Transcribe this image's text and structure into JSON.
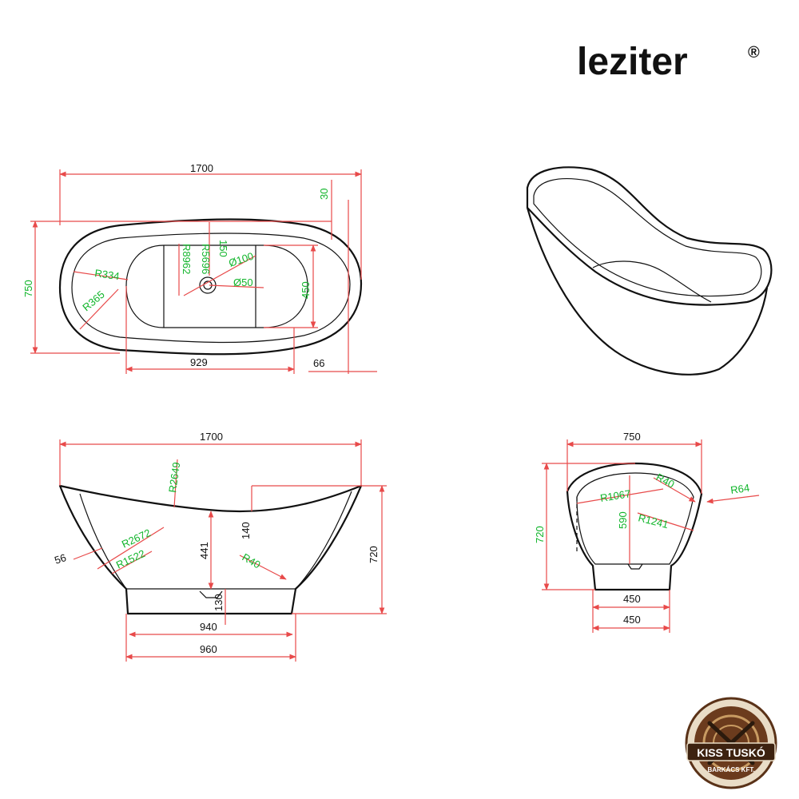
{
  "brand": {
    "name": "leziter",
    "registered_mark": "®"
  },
  "top_view": {
    "width_total": "1700",
    "rim_offset": "30",
    "height_total": "750",
    "drain_offset": "150",
    "radius_r334": "R334",
    "radius_r365": "R365",
    "radius_r8962": "R8962",
    "radius_r5696": "R5696",
    "drain_outer": "Ø100",
    "drain_inner": "Ø50",
    "basin_depth": "450",
    "basin_length": "929",
    "edge_offset": "66"
  },
  "side_view": {
    "width_total": "1700",
    "radius_r2649": "R2649",
    "radius_r2672": "R2672",
    "radius_r1522": "R1522",
    "radius_r40": "R40",
    "wall_56": "56",
    "depth_441": "441",
    "rim_drop_140": "140",
    "height_total": "720",
    "base_130": "130",
    "base_inner": "940",
    "base_outer": "960"
  },
  "end_view": {
    "width_total": "750",
    "height_total": "720",
    "inner_height": "590",
    "radius_r1067": "R1067",
    "radius_r40": "R40",
    "radius_r64": "R64",
    "radius_r1241": "R1241",
    "base_inner": "450",
    "base_outer": "450"
  },
  "seal": {
    "line1": "KISS TUSKÓ",
    "line2": "BARKÁCS KFT."
  },
  "colors": {
    "outline": "#111111",
    "dimension_line": "#e84a4a",
    "radius_label": "#11b52b",
    "seal_brown": "#5a3218"
  }
}
